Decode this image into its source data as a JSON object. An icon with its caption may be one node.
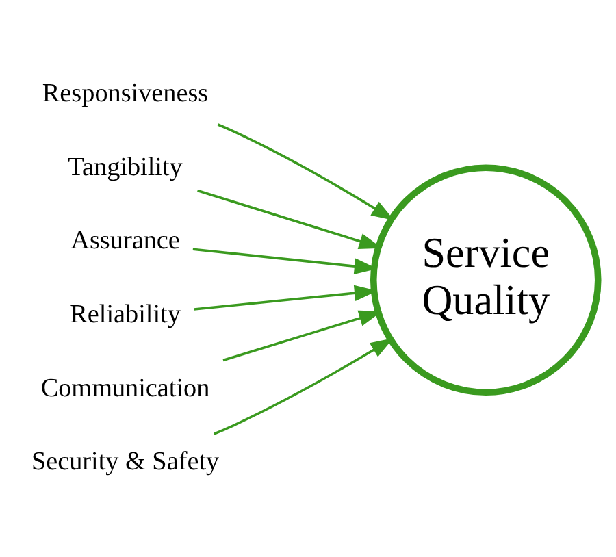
{
  "diagram": {
    "nodes": [
      {
        "text": [
          "Service Quality"
        ]
      },
      {
        "text": [
          "Responsiveness"
        ]
      },
      {
        "text": [
          "Tangibility"
        ]
      },
      {
        "text": [
          "Assurance"
        ]
      },
      {
        "text": [
          "Reliability"
        ]
      },
      {
        "text": [
          "Communication"
        ]
      },
      {
        "text": [
          "Security & Safety"
        ]
      }
    ],
    "edges": [
      {
        "from": 1,
        "to": 0,
        "arrow": "to"
      },
      {
        "from": 2,
        "to": 0,
        "arrow": "to"
      },
      {
        "from": 3,
        "to": 0,
        "arrow": "to"
      },
      {
        "from": 4,
        "to": 0,
        "arrow": "to"
      },
      {
        "from": 5,
        "to": 0,
        "arrow": "to"
      },
      {
        "from": 6,
        "to": 0,
        "arrow": "to"
      }
    ]
  }
}
